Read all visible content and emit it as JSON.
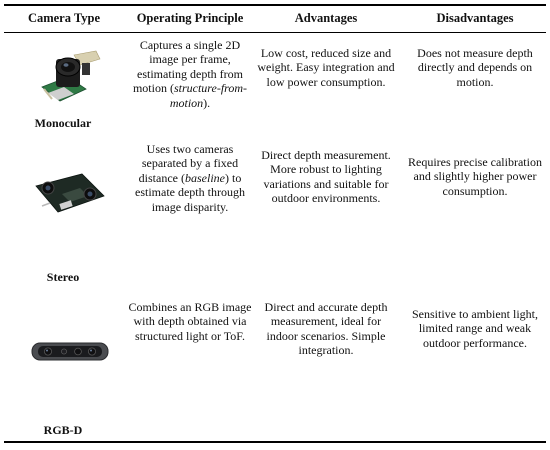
{
  "table": {
    "headers": [
      "Camera Type",
      "Operating Principle",
      "Advantages",
      "Disadvantages"
    ],
    "rows": [
      {
        "type": "Monocular",
        "principle_pre": "Captures a single 2D image per frame, estimating depth from motion (",
        "principle_em": "structure-from-motion",
        "principle_post": ").",
        "advantages": "Low cost, reduced size and weight. Easy integration and low power consumption.",
        "disadvantages": "Does not measure depth directly and depends on motion.",
        "image_icon": "monocular-camera-module-icon"
      },
      {
        "type": "Stereo",
        "principle_pre": "Uses two cameras separated by a fixed distance (",
        "principle_em": "baseline",
        "principle_post": ") to estimate depth through image disparity.",
        "advantages": "Direct depth measurement. More robust to lighting variations and suitable for outdoor environments.",
        "disadvantages": "Requires precise calibration and slightly higher power consumption.",
        "image_icon": "stereo-camera-board-icon"
      },
      {
        "type": "RGB-D",
        "principle_pre": "Combines an RGB image with depth obtained via structured light or ToF.",
        "principle_em": "",
        "principle_post": "",
        "advantages": "Direct and accurate depth measurement, ideal for indoor scenarios. Simple integration.",
        "disadvantages": "Sensitive to ambient light, limited range and weak outdoor performance.",
        "image_icon": "rgbd-camera-icon"
      }
    ]
  }
}
